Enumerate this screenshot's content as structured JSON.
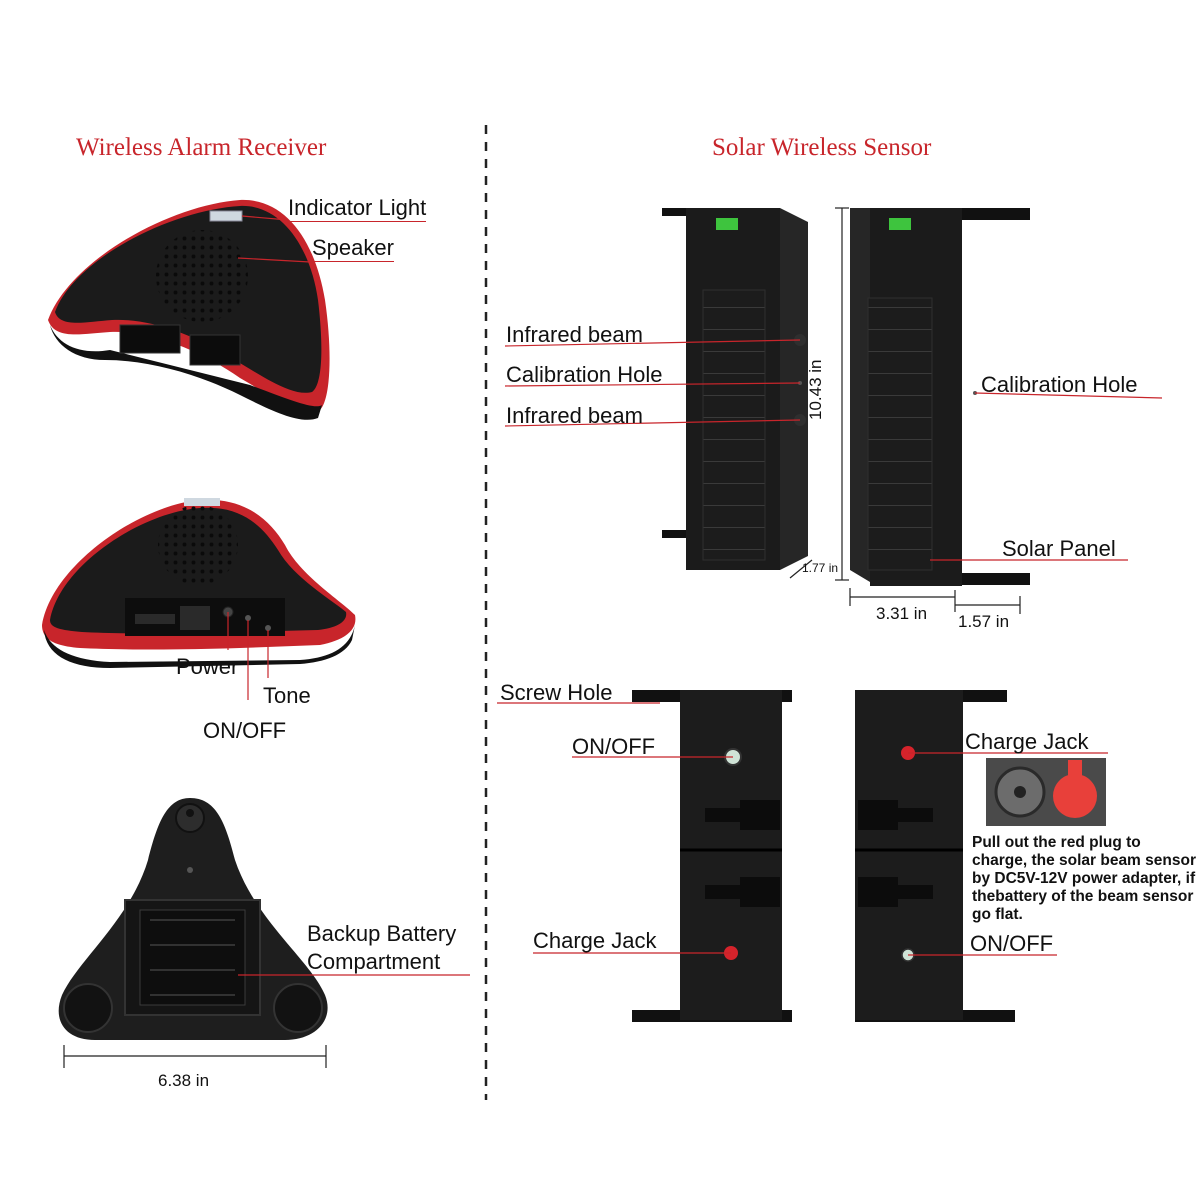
{
  "receiver": {
    "title": "Wireless Alarm Receiver",
    "labels": {
      "indicator_light": "Indicator Light",
      "speaker": "Speaker",
      "power": "Power",
      "tone": "Tone",
      "on_off": "ON/OFF",
      "backup_battery_line1": "Backup Battery",
      "backup_battery_line2": "Compartment"
    },
    "width_dim": "6.38 in"
  },
  "sensor": {
    "title": "Solar Wireless Sensor",
    "labels": {
      "infrared_beam_top": "Infrared beam",
      "calibration_hole_left": "Calibration Hole",
      "infrared_beam_bottom": "Infrared beam",
      "calibration_hole_right": "Calibration Hole",
      "solar_panel": "Solar  Panel",
      "screw_hole": "Screw Hole",
      "on_off_left": "ON/OFF",
      "charge_jack_left": "Charge Jack",
      "charge_jack_right": "Charge Jack",
      "on_off_right": "ON/OFF"
    },
    "dims": {
      "height": "10.43 in",
      "depth": "1.77 in",
      "width": "3.31 in",
      "bracket": "1.57 in"
    },
    "charge_note": "Pull out the red plug to charge, the solar beam sensor by DC5V-12V power adapter, if thebattery of the beam sensor go flat."
  },
  "colors": {
    "accent_red": "#c8252b",
    "device_black": "#1a1a1a",
    "level_green": "#3ec43e"
  }
}
